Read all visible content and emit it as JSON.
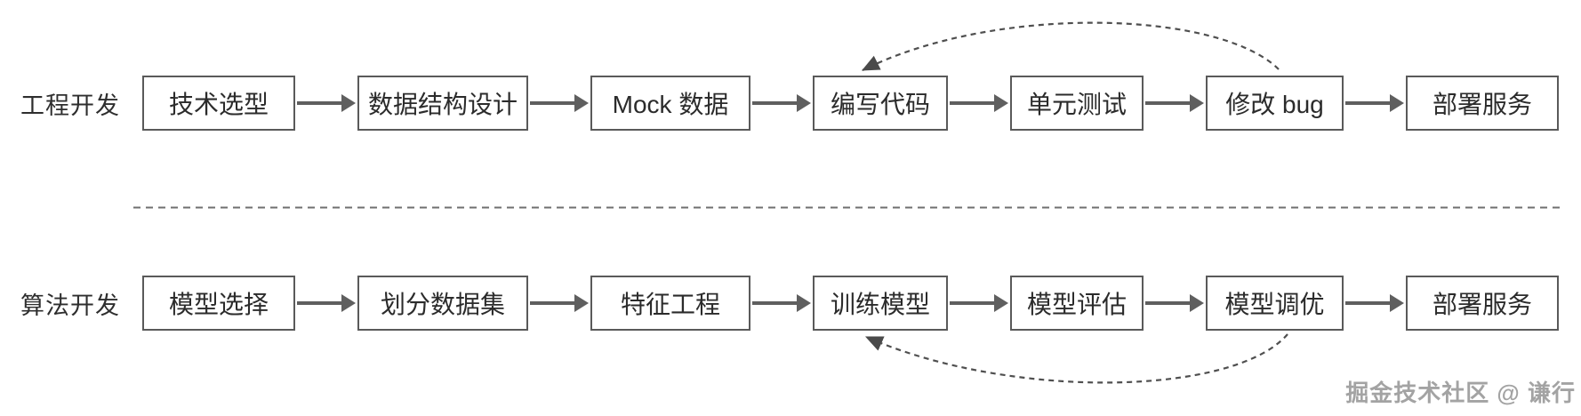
{
  "diagram": {
    "rows": [
      {
        "label": "工程开发",
        "steps": [
          "技术选型",
          "数据结构设计",
          "Mock 数据",
          "编写代码",
          "单元测试",
          "修改 bug",
          "部署服务"
        ]
      },
      {
        "label": "算法开发",
        "steps": [
          "模型选择",
          "划分数据集",
          "特征工程",
          "训练模型",
          "模型评估",
          "模型调优",
          "部署服务"
        ]
      }
    ],
    "feedback_loops": [
      {
        "row": "工程开发",
        "from": "修改 bug",
        "to": "编写代码"
      },
      {
        "row": "算法开发",
        "from": "模型调优",
        "to": "训练模型"
      }
    ],
    "watermark": "掘金技术社区 @ 谦行",
    "colors": {
      "box_border": "#5a5a5a",
      "text": "#2b2b2b",
      "arrow": "#5f5f5f",
      "dotted_curve": "#4f4f4f",
      "separator": "#6f6f6f",
      "watermark": "#a3a3a3"
    }
  }
}
